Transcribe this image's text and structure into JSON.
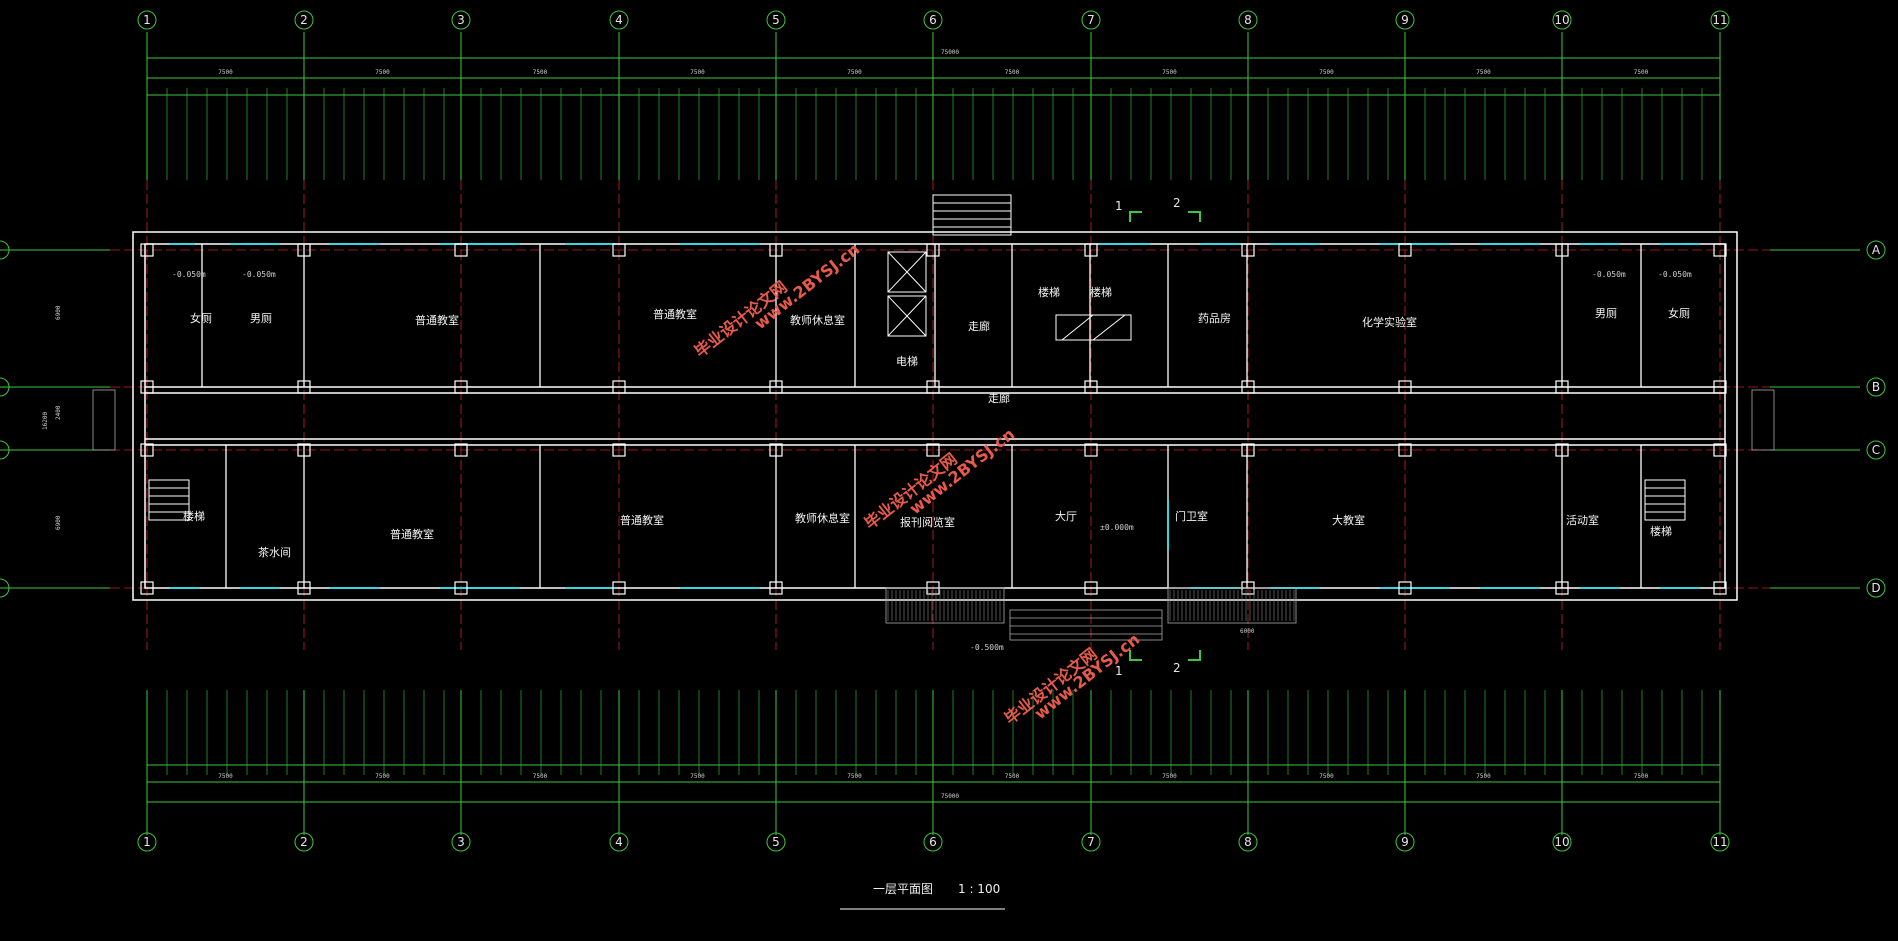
{
  "axes_numbers": [
    "1",
    "2",
    "3",
    "4",
    "5",
    "6",
    "7",
    "8",
    "9",
    "10",
    "11"
  ],
  "axes_letters": [
    "A",
    "B",
    "C",
    "D"
  ],
  "dims": {
    "top_bays": [
      "7500",
      "7500",
      "7500",
      "7500",
      "7500",
      "7500",
      "7500",
      "7500",
      "7500",
      "7500"
    ],
    "total": "75000",
    "side_top": "6900",
    "side_mid": "2400",
    "side_bot": "6900",
    "side_total": "16200",
    "entry_width": "6000"
  },
  "rooms": {
    "top": [
      "女厕",
      "男厕",
      "普通教室",
      "普通教室",
      "教师休息室",
      "电梯",
      "走廊",
      "楼梯",
      "楼梯",
      "药品房",
      "化学实验室",
      "男厕",
      "女厕"
    ],
    "bottom": [
      "楼梯",
      "茶水间",
      "普通教室",
      "普通教室",
      "教师休息室",
      "报刊阅览室",
      "大厅",
      "门卫室",
      "大教室",
      "活动室",
      "楼梯"
    ]
  },
  "levels": {
    "wc_left_1": "-0.050m",
    "wc_left_2": "-0.050m",
    "wc_right_1": "-0.050m",
    "wc_right_2": "-0.050m",
    "hall": "±0.000m",
    "outside": "-0.500m"
  },
  "corridor_label_1": "走廊",
  "corridor_label_2": "走廊",
  "section_marks": [
    "1",
    "2",
    "1",
    "2"
  ],
  "title": {
    "text": "一层平面图",
    "scale": "1 : 100"
  },
  "watermarks": [
    "毕业设计论文网",
    "www.2BYSJ.cn"
  ],
  "colors": {
    "wall": "#ffffff",
    "axis_grid": "#cc2222",
    "dim_line": "#3cc83c",
    "window": "#39d6e0",
    "background": "#000000"
  }
}
